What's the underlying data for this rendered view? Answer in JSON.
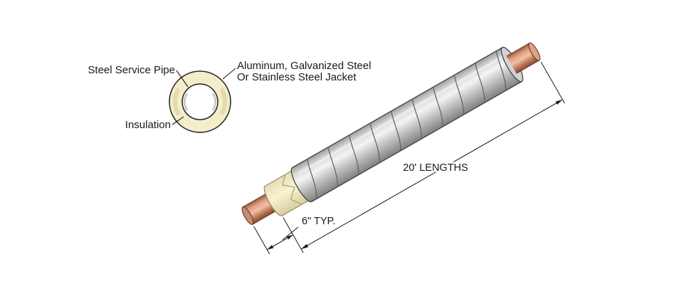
{
  "colors": {
    "insulation": "#f4edc9",
    "copper": "#d79b7d",
    "jacket": "#c9c9c9",
    "line": "#1a1a1a"
  },
  "cross_section": {
    "pipe_label": "Steel Service Pipe",
    "insulation_label": "Insulation",
    "jacket_label_line1": "Aluminum, Galvanized Steel",
    "jacket_label_line2": "Or Stainless Steel Jacket"
  },
  "isometric": {
    "length_dimension": "20' LENGTHS",
    "end_dimension": "6\" TYP."
  }
}
